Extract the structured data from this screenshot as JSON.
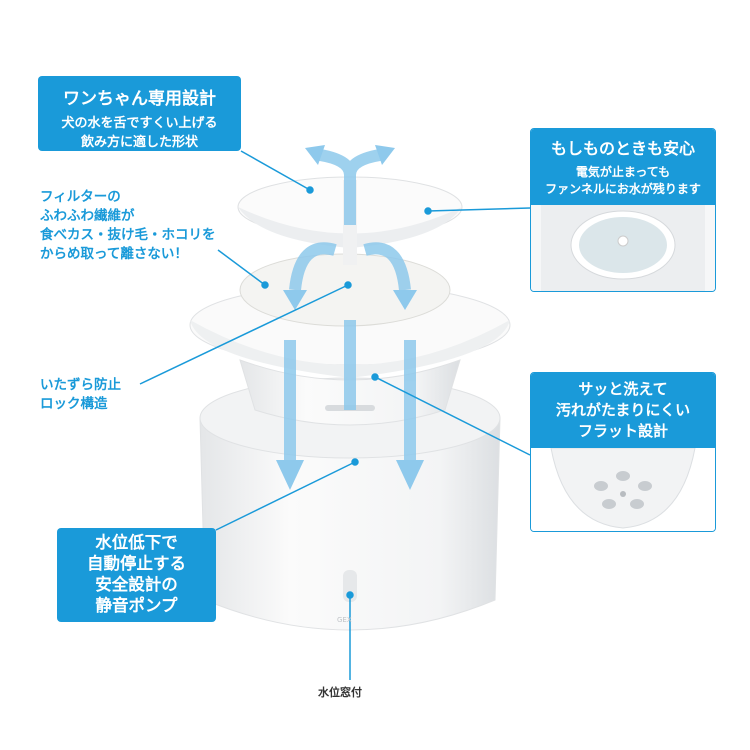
{
  "callouts": {
    "dog_design": {
      "title": "ワンちゃん専用設計",
      "lines": [
        "犬の水を舌ですくい上げる",
        "飲み方に適した形状"
      ]
    },
    "filter": {
      "lines": [
        "フィルターの",
        "ふわふわ繊維が",
        "食べカス・抜け毛・ホコリを",
        "からめ取って離さない！"
      ]
    },
    "safety": {
      "title": "もしものときも安心",
      "lines": [
        "電気が止まっても",
        "ファンネルにお水が残ります"
      ]
    },
    "lock": {
      "lines": [
        "いたずら防止",
        "ロック構造"
      ]
    },
    "flat": {
      "lines": [
        "サッと洗えて",
        "汚れがたまりにくい",
        "フラット設計"
      ]
    },
    "pump": {
      "lines": [
        "水位低下で",
        "自動停止する",
        "安全設計の",
        "静音ポンプ"
      ]
    },
    "window": {
      "label": "水位窓付"
    }
  },
  "brand_logo": "GEX",
  "colors": {
    "accent": "#1a9ad9",
    "arrow": "#8ec9ec"
  }
}
